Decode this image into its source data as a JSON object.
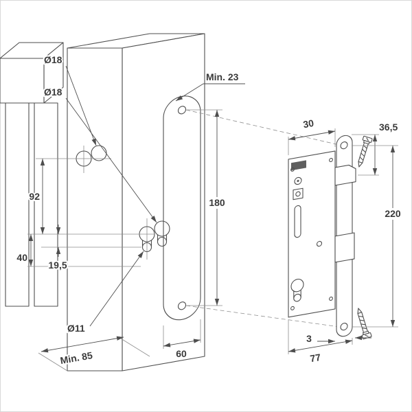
{
  "diagram": {
    "labels": {
      "dia18_top": "Ø18",
      "dia18_mid": "Ø18",
      "dia11": "Ø11",
      "dim_92": "92",
      "dim_40": "40",
      "dim_19_5": "19,5",
      "min_85": "Min. 85",
      "dim_60": "60",
      "min_23": "Min. 23",
      "dim_180": "180",
      "dim_30": "30",
      "dim_36_5": "36,5",
      "dim_220": "220",
      "dim_3": "3",
      "dim_77": "77"
    },
    "colors": {
      "line": "#4e4e4e",
      "thin": "#8c8c8c",
      "text": "#3a3a3a",
      "frame": "#d8d8d8",
      "paper": "#ffffff"
    }
  }
}
